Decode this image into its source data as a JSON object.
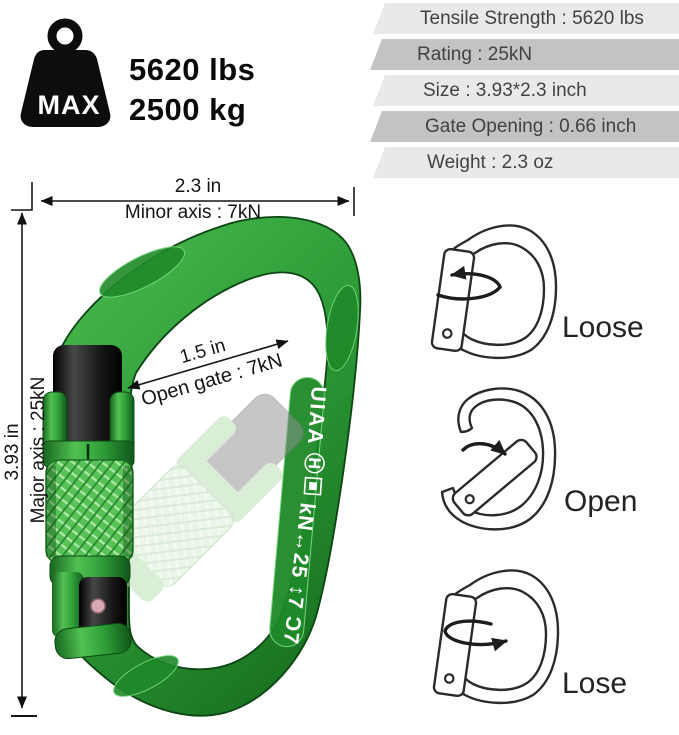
{
  "max_badge": {
    "label": "MAX",
    "weight_lbs": "5620 lbs",
    "weight_kg": "2500 kg"
  },
  "spec_banners": [
    {
      "label": "Tensile Strength : 5620 lbs",
      "tone": "light"
    },
    {
      "label": "Rating : 25kN",
      "tone": "dark"
    },
    {
      "label": "Size : 3.93*2.3 inch",
      "tone": "light"
    },
    {
      "label": "Gate Opening : 0.66 inch",
      "tone": "dark"
    },
    {
      "label": "Weight : 2.3 oz",
      "tone": "light"
    }
  ],
  "dimensions": {
    "width": "2.3 in",
    "minor_axis": "Minor axis : 7kN",
    "height": "3.93 in",
    "major_axis": "Major axis : 25kN",
    "gate_length": "1.5 in",
    "open_gate": "Open gate : 7kN"
  },
  "carabiner_markings": {
    "brand": "UIAA Ⓗ▣",
    "strength": "kN↔25 ↕7 Ɔ7"
  },
  "gate_states": [
    {
      "label": "Loose"
    },
    {
      "label": "Open"
    },
    {
      "label": "Lose"
    }
  ],
  "colors": {
    "body_green": "#2f9e38",
    "banner_light": "#e9e9e9",
    "banner_dark": "#c3c3c3"
  }
}
